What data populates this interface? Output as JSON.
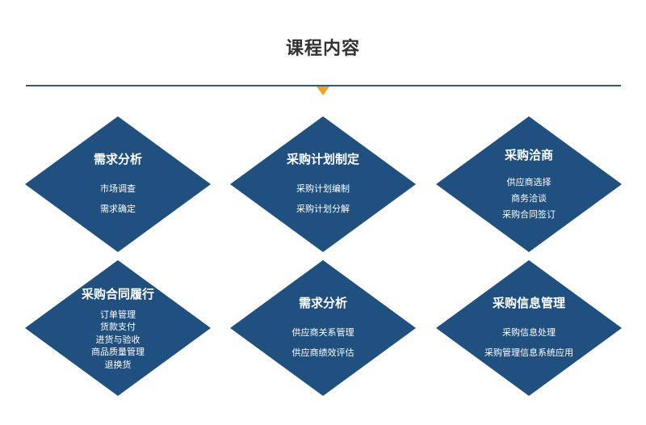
{
  "page": {
    "title": "课程内容",
    "accent": "#f2a21c",
    "diamond_color": "#1f5080",
    "divider_color": "#2b5a8c"
  },
  "modules": [
    {
      "title": "需求分析",
      "items": [
        "市场调查",
        "需求确定"
      ]
    },
    {
      "title": "采购计划制定",
      "items": [
        "采购计划编制",
        "采购计划分解"
      ]
    },
    {
      "title": "采购洽商",
      "items": [
        "供应商选择",
        "商务洽谈",
        "采购合同签订"
      ]
    },
    {
      "title": "采购合同履行",
      "items": [
        "订单管理",
        "货款支付",
        "进货与验收",
        "商品质量管理",
        "退换货"
      ]
    },
    {
      "title": "需求分析",
      "items": [
        "供应商关系管理",
        "供应商绩效评估"
      ]
    },
    {
      "title": "采购信息管理",
      "items": [
        "采购信息处理",
        "采购管理信息系统应用"
      ]
    }
  ]
}
